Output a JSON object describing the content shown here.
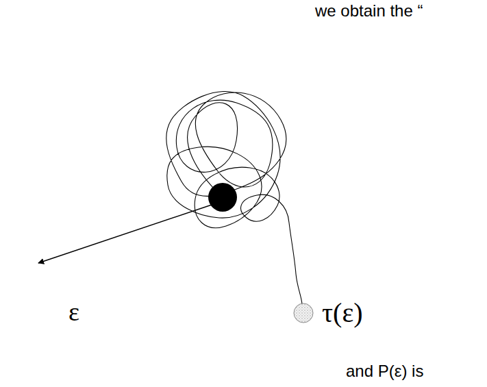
{
  "diagram": {
    "nodes": [
      {
        "text": [
          "ε"
        ]
      }
    ],
    "labels": [
      "we obtain the “",
      "τ(ε)",
      "and P(ε) is"
    ]
  }
}
